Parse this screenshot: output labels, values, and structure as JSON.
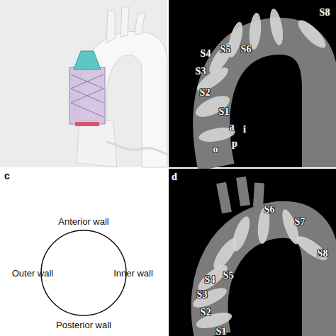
{
  "diagram": {
    "labels": [
      "S8",
      "S4",
      "S5",
      "S6",
      "S3",
      "S2",
      "S1",
      "a",
      "i",
      "p",
      "o",
      "c",
      "Anterior wall",
      "Outer wall",
      "Inner wall",
      "Posterior wall",
      "d",
      "S6",
      "S7",
      "S8",
      "S4",
      "S5",
      "S3",
      "S2",
      "S1"
    ]
  }
}
